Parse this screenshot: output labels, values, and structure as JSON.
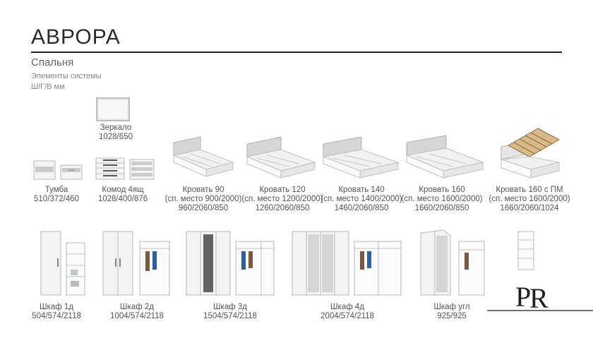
{
  "header": {
    "title": "АВРОРА",
    "subtitle": "Спальня",
    "system_line1": "Элементы системы",
    "system_line2": "Ш/Г/В мм"
  },
  "colors": {
    "accent": "#222222",
    "text": "#555555",
    "furniture": "#f4f4f4",
    "concrete": "#c9cbcc",
    "outline": "#b8b8b8"
  },
  "items": {
    "mirror": {
      "name": "Зеркало",
      "dims": "1028/650"
    },
    "tumba": {
      "name": "Тумба",
      "dims": "510/372/460"
    },
    "komod": {
      "name": "Комод 4ящ",
      "dims": "1028/400/876"
    },
    "bed90": {
      "name": "Кровать 90",
      "sleep": "(сп. место 900/2000)",
      "dims": "960/2060/850"
    },
    "bed120": {
      "name": "Кровать 120",
      "sleep": "(сп. место 1200/2000)",
      "dims": "1260/2060/850"
    },
    "bed140": {
      "name": "Кровать 140",
      "sleep": "(сп. место 1400/2000)",
      "dims": "1460/2060/850"
    },
    "bed160": {
      "name": "Кровать 160",
      "sleep": "(сп. место 1600/2000)",
      "dims": "1660/2060/850"
    },
    "bed160pm": {
      "name": "Кровать 160 с ПМ",
      "sleep": "(сп. место 1600/2000)",
      "dims": "1660/2060/1024"
    },
    "shkaf1": {
      "name": "Шкаф 1д",
      "dims": "504/574/2118"
    },
    "shkaf2": {
      "name": "Шкаф 2д",
      "dims": "1004/574/2118"
    },
    "shkaf3": {
      "name": "Шкаф 3д",
      "dims": "1504/574/2118"
    },
    "shkaf4": {
      "name": "Шкаф 4д",
      "dims": "2004/574/2118"
    },
    "shkafug": {
      "name": "Шкаф угл",
      "dims": "925/925"
    }
  },
  "logo": {
    "icon": "pr-monogram-logo",
    "letters": "PR"
  }
}
